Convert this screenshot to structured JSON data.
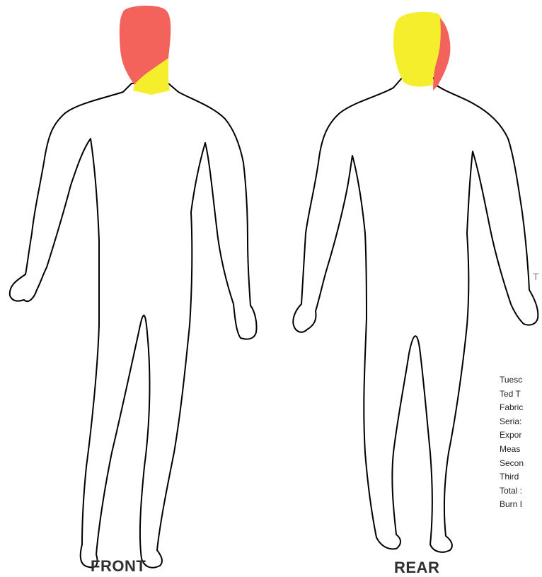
{
  "labels": {
    "front": "FRONT",
    "rear": "REAR"
  },
  "side_panel": {
    "stray_glyph": "T",
    "lines": [
      "Tuesc",
      "Ted T",
      "Fabric",
      "Seria:",
      "Expor",
      "Meas",
      "Secon",
      "Third",
      "Total :",
      "Burn I"
    ]
  },
  "burn_colors": {
    "third_degree": "#f3625b",
    "second_degree": "#f4ee2d"
  }
}
